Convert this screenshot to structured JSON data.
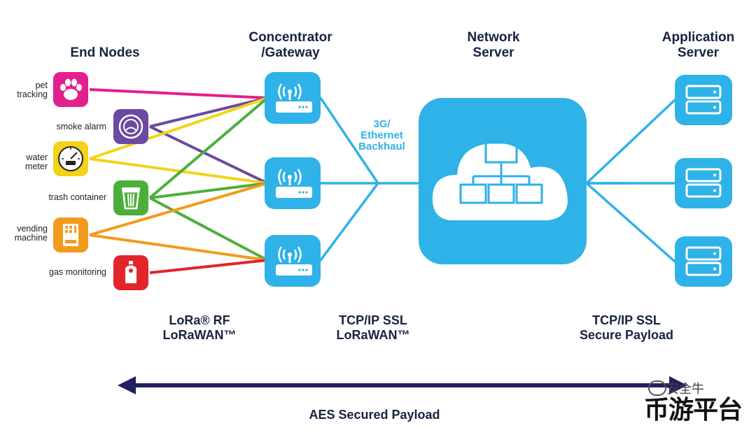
{
  "headers": {
    "end_nodes": "End Nodes",
    "concentrator": [
      "Concentrator",
      "/Gateway"
    ],
    "network_server": [
      "Network",
      "Server"
    ],
    "application_server": [
      "Application",
      "Server"
    ]
  },
  "end_nodes": [
    {
      "label": [
        "pet",
        "tracking"
      ],
      "icon": "paw-icon",
      "color": "#e31f8e"
    },
    {
      "label": [
        "smoke alarm"
      ],
      "icon": "smoke-alarm-icon",
      "color": "#6b4aa0"
    },
    {
      "label": [
        "water",
        "meter"
      ],
      "icon": "meter-icon",
      "color": "#f2d31a"
    },
    {
      "label": [
        "trash container"
      ],
      "icon": "trash-icon",
      "color": "#4caf3c"
    },
    {
      "label": [
        "vending",
        "machine"
      ],
      "icon": "vending-machine-icon",
      "color": "#f39a1c"
    },
    {
      "label": [
        "gas monitoring"
      ],
      "icon": "gas-tank-icon",
      "color": "#e3242b"
    }
  ],
  "backhaul_label": [
    "3G/",
    "Ethernet",
    "Backhaul"
  ],
  "captions": {
    "lora": [
      "LoRa® RF",
      "LoRaWAN™"
    ],
    "tcp_gateway": [
      "TCP/IP SSL",
      "LoRaWAN™"
    ],
    "tcp_app": [
      "TCP/IP SSL",
      "Secure Payload"
    ],
    "aes": "AES Secured Payload"
  },
  "watermark": {
    "top": "安全牛",
    "bottom": "币游平台"
  },
  "colors": {
    "accent_blue": "#2fb2e8",
    "dark_navy": "#22205e"
  }
}
